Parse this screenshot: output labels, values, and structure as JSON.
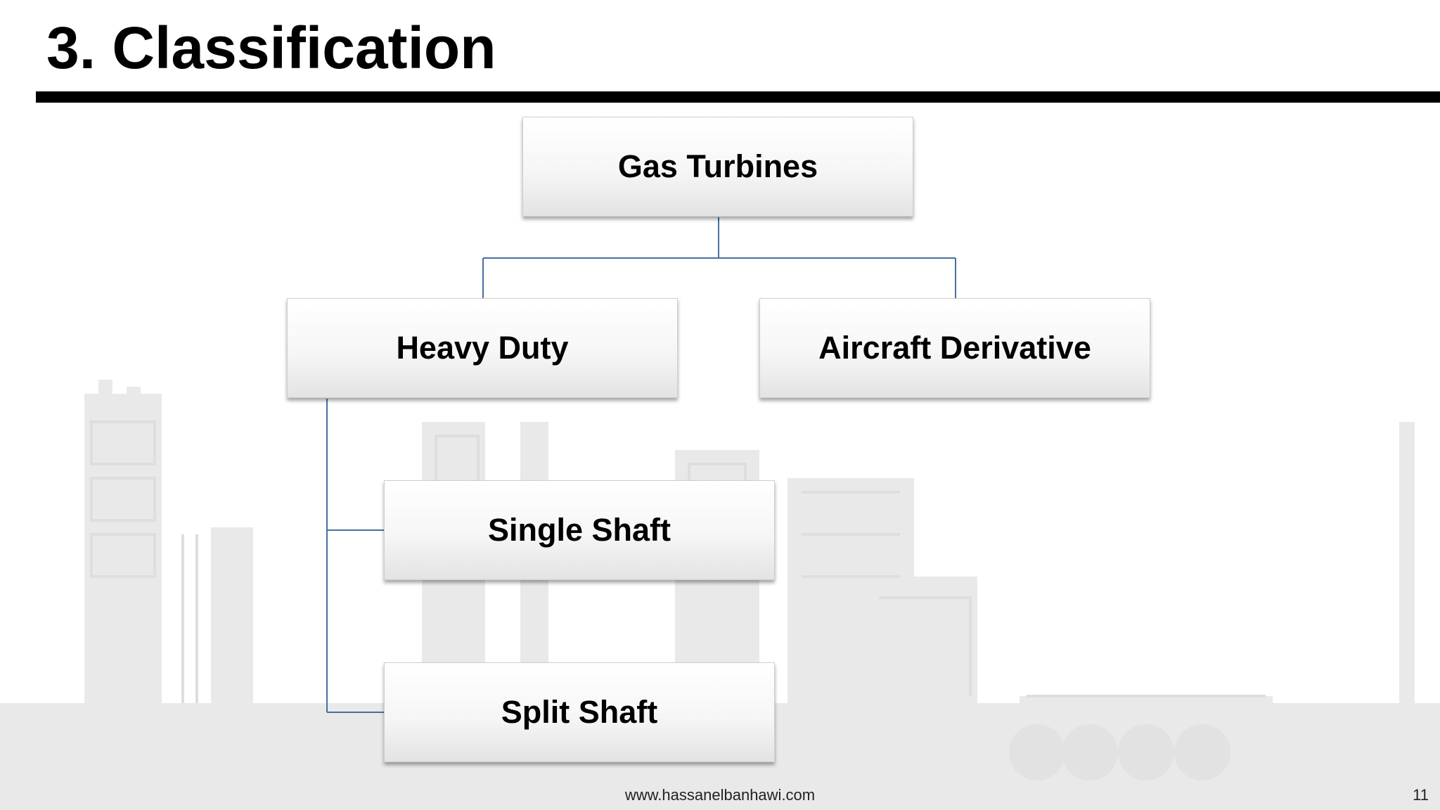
{
  "slide": {
    "title": "3. Classification",
    "footer_url": "www.hassanelbanhawi.com",
    "page_number": "11"
  },
  "diagram": {
    "root": "Gas Turbines",
    "level1": [
      "Heavy Duty",
      "Aircraft Derivative"
    ],
    "heavy_duty_children": [
      "Single Shaft",
      "Split Shaft"
    ]
  },
  "colors": {
    "connector": "#4a6f9e",
    "title_rule": "#000000"
  }
}
